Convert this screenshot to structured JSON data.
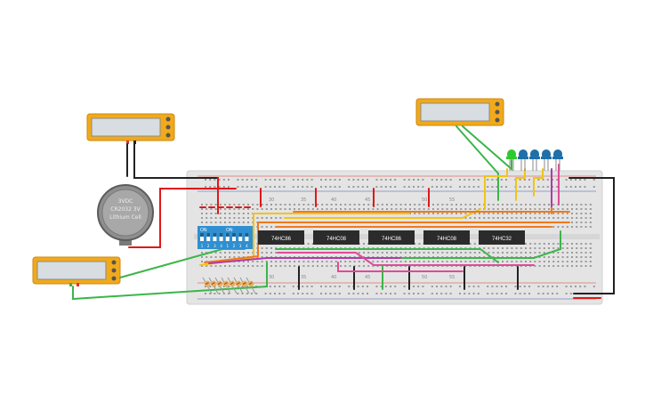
{
  "colors": {
    "background": "#ffffff",
    "breadboard": "#e4e4e4",
    "breadboard_hole": "#9a9a9a",
    "rail_red": "#d33a2c",
    "rail_blue": "#3a5fb0",
    "meter_body": "#f2a91a",
    "meter_screen": "#d7dde0",
    "chip_body": "#2b2b2b",
    "dip_switch": "#2f8fd0",
    "led_green": "#2ec92e",
    "led_blue": "#1f6fa8",
    "wire_red": "#e01818",
    "wire_black": "#222222",
    "wire_green": "#3cb54a",
    "wire_yellow": "#f0c419",
    "wire_orange": "#f07a1a",
    "wire_purple": "#b03aa8",
    "wire_pink": "#e04a9a",
    "battery_metal": "#8e8e8e"
  },
  "breadboard": {
    "column_numbers": [
      "30",
      "35",
      "40",
      "45",
      "50",
      "55"
    ],
    "column_numbers_bottom": [
      "30",
      "35",
      "40",
      "45",
      "50",
      "55"
    ]
  },
  "battery": {
    "line1": "3VDC",
    "line2": "CR2032 3V",
    "line3": "Lithium Cell"
  },
  "dip_switch": {
    "on_label_1": "ON",
    "on_label_2": "ON",
    "numbers": [
      "1",
      "2",
      "3",
      "4",
      "1",
      "2",
      "3",
      "4"
    ]
  },
  "chips": [
    {
      "label": "74HC86"
    },
    {
      "label": "74HC08"
    },
    {
      "label": "74HC86"
    },
    {
      "label": "74HC08"
    },
    {
      "label": "74HC32"
    }
  ],
  "meters": [
    {
      "id": "meter-top-left",
      "icon": "multimeter-icon"
    },
    {
      "id": "meter-top-right",
      "icon": "multimeter-icon"
    },
    {
      "id": "meter-bottom-left",
      "icon": "multimeter-icon"
    }
  ],
  "leds": [
    {
      "color": "green"
    },
    {
      "color": "blue"
    },
    {
      "color": "blue"
    },
    {
      "color": "blue"
    },
    {
      "color": "blue"
    }
  ],
  "resistors": {
    "count": 8
  }
}
